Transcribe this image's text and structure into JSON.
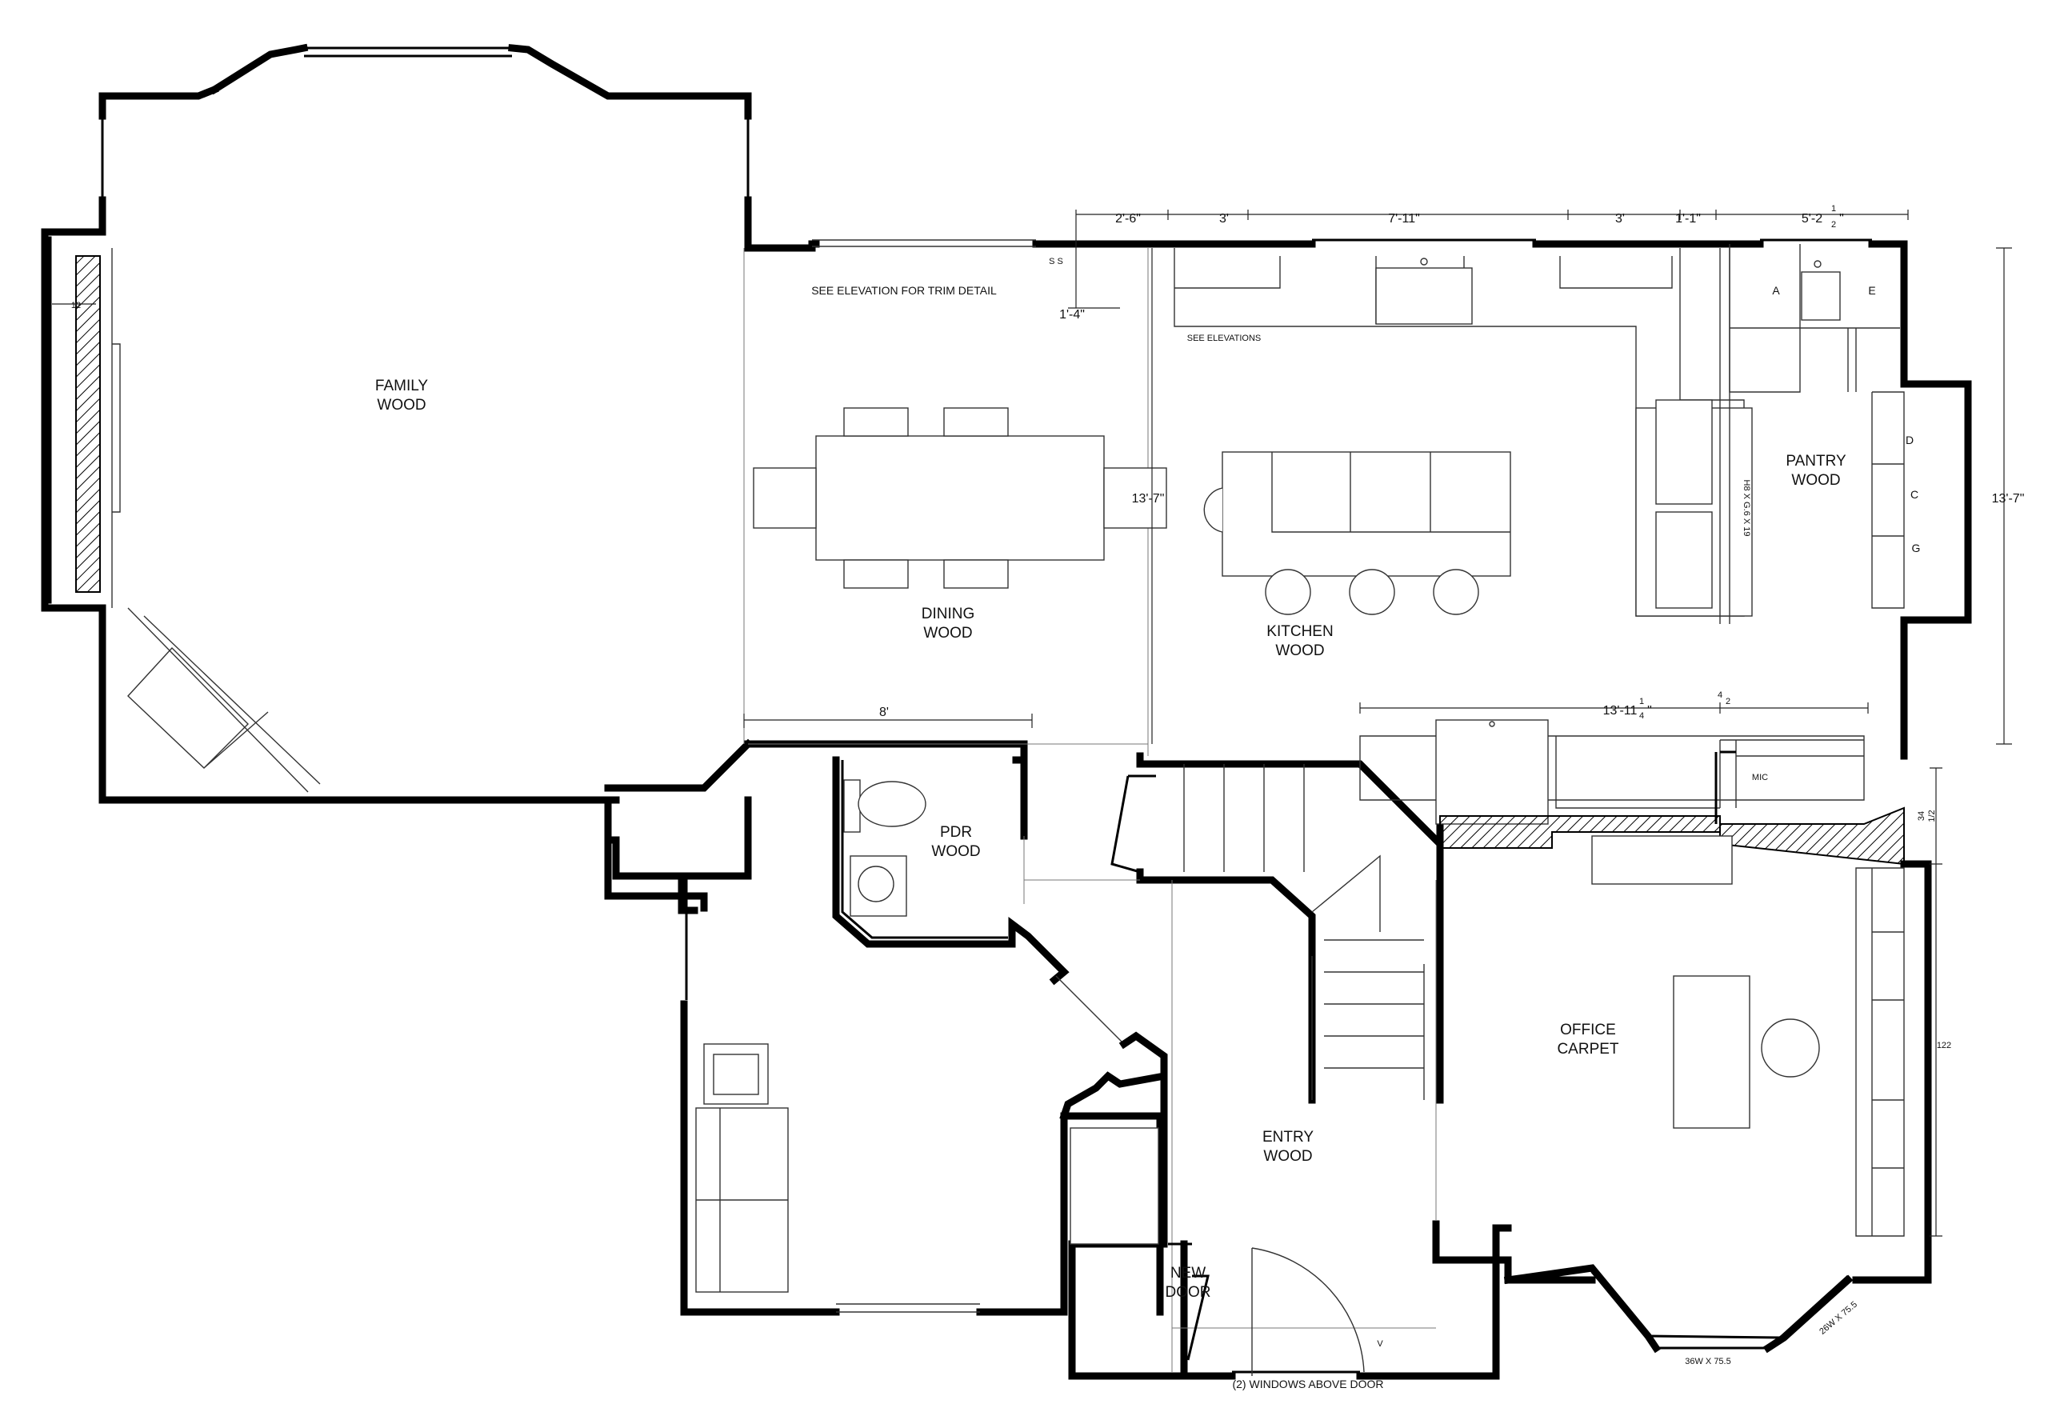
{
  "rooms": {
    "family": {
      "name": "FAMILY",
      "floor": "WOOD"
    },
    "dining": {
      "name": "DINING",
      "floor": "WOOD"
    },
    "kitchen": {
      "name": "KITCHEN",
      "floor": "WOOD"
    },
    "pantry": {
      "name": "PANTRY",
      "floor": "WOOD"
    },
    "pdr": {
      "name": "PDR",
      "floor": "WOOD"
    },
    "office": {
      "name": "OFFICE",
      "floor": "CARPET"
    },
    "entry": {
      "name": "ENTRY",
      "floor": "WOOD"
    },
    "new_door": {
      "line1": "NEW",
      "line2": "DOOR"
    }
  },
  "notes": {
    "trim": "SEE ELEVATION FOR TRIM DETAIL",
    "elevations": "SEE ELEVATIONS",
    "windows_above_door": "(2) WINDOWS ABOVE DOOR",
    "window_36": "36W X 75.5",
    "window_26": "26W X 75.5",
    "appliance": "H8 X G.6 X 19",
    "ss": "S S",
    "mic": "MIC",
    "v": "V"
  },
  "cabinet_labels": {
    "a": "A",
    "e": "E",
    "d": "D",
    "c": "C",
    "g": "G"
  },
  "dimensions": {
    "d1": "2'-6\"",
    "d2": "3'",
    "d3": "7'-11\"",
    "d4": "3'",
    "d5": "1'-1\"",
    "d6_main": "5'-2",
    "d6_num": "1",
    "d6_den": "2",
    "d6_end": "\"",
    "d7": "1'-4\"",
    "kitchen_depth": "13'-7\"",
    "pantry_depth": "13'-7\"",
    "dining_width": "8'",
    "counter_main": "13'-11",
    "counter_num": "1",
    "counter_den": "4",
    "counter_end": "\"",
    "quarter": "4",
    "quarter_den": "2",
    "side_34": "34",
    "side_34_frac": "1/2",
    "office_122": "122",
    "family_12": "12"
  }
}
